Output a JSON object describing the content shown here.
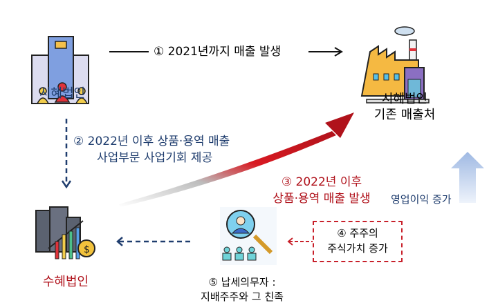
{
  "nodes": {
    "giver": {
      "label": "시혜법인"
    },
    "existing_customer": {
      "line1": "시혜법인",
      "line2": "기존 매출처"
    },
    "receiver": {
      "label": "수혜법인"
    },
    "shareholder": {
      "line1": "⑤ 납세의무자 :",
      "line2": "지배주주와 그 친족"
    }
  },
  "steps": {
    "step1": "① 2021년까지 매출 발생",
    "step2_line1": "② 2022년 이후 상품·용역 매출",
    "step2_line2": "사업부문 사업기회 제공",
    "step3_line1": "③ 2022년 이후",
    "step3_line2": "상품·용역 매출 발생",
    "step4_line1": "④ 주주의",
    "step4_line2": "주식가치 증가",
    "profit": "영업이익 증가"
  },
  "colors": {
    "navy": "#1f3d6e",
    "red": "#b0121b",
    "light_blue": "#a9c1e6"
  }
}
